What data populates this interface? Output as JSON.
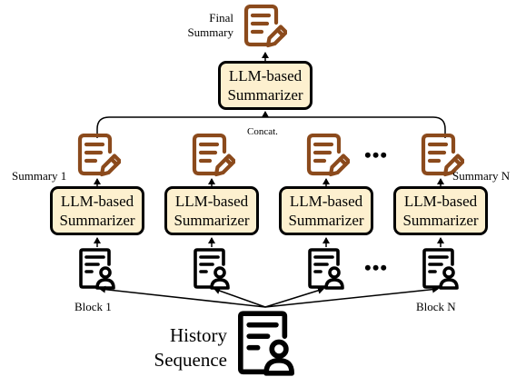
{
  "final": {
    "label_line1": "Final",
    "label_line2": "Summary",
    "icon": "summary-document-pen-icon"
  },
  "top_summarizer": {
    "line1": "LLM-based",
    "line2": "Summarizer"
  },
  "concat_label": "Concat.",
  "summaries": {
    "first_label": "Summary 1",
    "last_label": "Summary N",
    "icon": "summary-document-pen-icon",
    "ellipsis": "•••"
  },
  "summarizers": [
    {
      "line1": "LLM-based",
      "line2": "Summarizer"
    },
    {
      "line1": "LLM-based",
      "line2": "Summarizer"
    },
    {
      "line1": "LLM-based",
      "line2": "Summarizer"
    },
    {
      "line1": "LLM-based",
      "line2": "Summarizer"
    }
  ],
  "blocks": {
    "first_label": "Block 1",
    "last_label": "Block N",
    "icon": "user-profile-document-icon",
    "ellipsis": "•••"
  },
  "history": {
    "line1": "History",
    "line2": "Sequence",
    "icon": "user-profile-document-icon"
  },
  "colors": {
    "summary_icon": "#8b4a1c",
    "box_fill": "#fdf0cf",
    "stroke": "#000000"
  }
}
